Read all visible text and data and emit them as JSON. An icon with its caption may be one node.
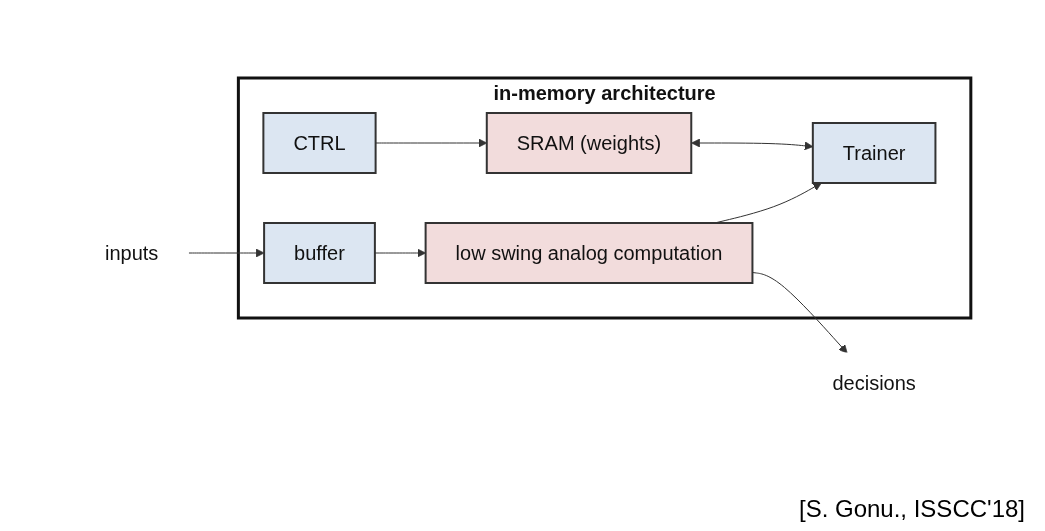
{
  "diagram": {
    "nodes": [
      {
        "text": [
          "in-memory architecture"
        ]
      },
      {
        "text": [
          "CTRL"
        ],
        "in": 0
      },
      {
        "text": [
          "SRAM (weights)"
        ],
        "in": 0
      },
      {
        "text": [
          "Trainer"
        ],
        "in": 0
      },
      {
        "text": [
          "buffer"
        ],
        "in": 0
      },
      {
        "text": [
          "low swing analog computation"
        ],
        "in": 0
      },
      {
        "text": [
          "inputs"
        ]
      },
      {
        "text": [
          "decisions"
        ]
      }
    ],
    "edges": [
      {
        "from": 6,
        "to": 4,
        "arrow": "to"
      },
      {
        "from": 4,
        "to": 5,
        "arrow": "to"
      },
      {
        "from": 1,
        "to": 2,
        "arrow": "to"
      },
      {
        "from": 2,
        "to": 3,
        "arrow": "both"
      },
      {
        "from": 5,
        "to": 3,
        "arrow": "to"
      },
      {
        "from": 5,
        "to": 7,
        "arrow": "to"
      }
    ],
    "labels": [
      "[S. Gonu., ISSCC'18]"
    ]
  }
}
